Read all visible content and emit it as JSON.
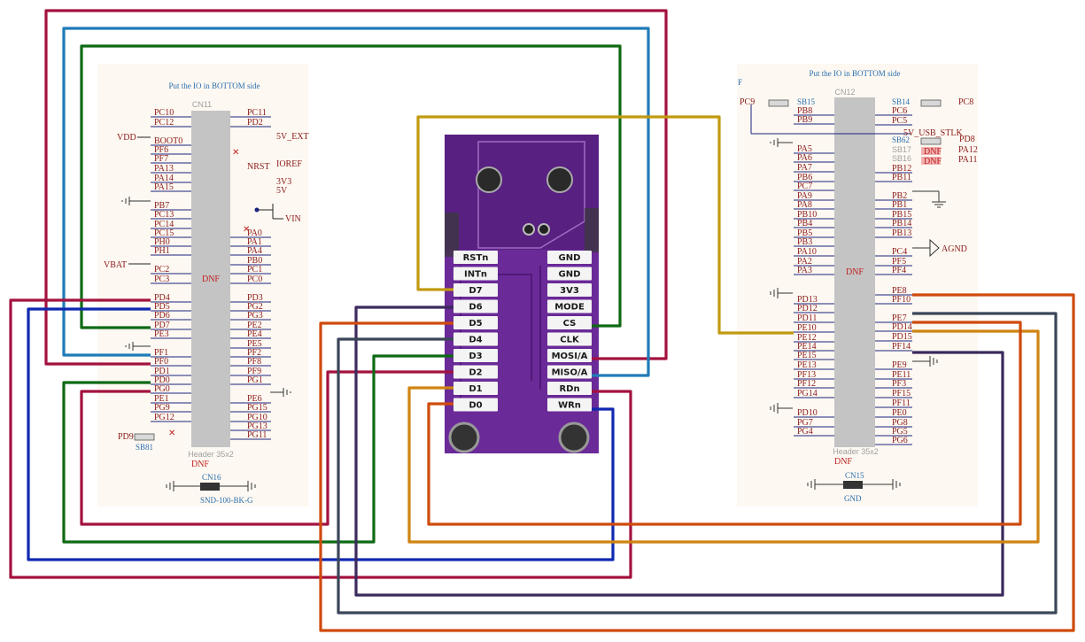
{
  "left_header": {
    "title": "Put the IO in BOTTOM side",
    "ref": "CN11",
    "body_label": "DNF",
    "footer": "Header 35x2",
    "dnf": "DNF",
    "left_pins": [
      "PC10",
      "PC12",
      "BOOT0",
      "PF6",
      "PF7",
      "PA13",
      "PA14",
      "PA15",
      "PB7",
      "PC13",
      "PC14",
      "PC15",
      "PH0",
      "PH1",
      "PC2",
      "PC3",
      "PD4",
      "PD5",
      "PD6",
      "PD7",
      "PE3",
      "PF1",
      "PF0",
      "PD1",
      "PD0",
      "PG0",
      "PE1",
      "PG9",
      "PG12"
    ],
    "right_pins": [
      "PC11",
      "PD2",
      "PA0",
      "PA1",
      "PA4",
      "PB0",
      "PC1",
      "PC0",
      "PD3",
      "PG2",
      "PG3",
      "PE2",
      "PE4",
      "PE5",
      "PF2",
      "PF8",
      "PF9",
      "PG1",
      "PE6",
      "PG15",
      "PG10",
      "PG13",
      "PG11"
    ],
    "nets": {
      "vdd": "VDD",
      "vbat": "VBAT",
      "v5ext": "5V_EXT",
      "ioref": "IOREF",
      "nrst": "NRST",
      "v3v3": "3V3",
      "v5": "5V",
      "vin": "VIN",
      "pd9": "PD9",
      "sb81": "SB81"
    },
    "cn16": {
      "ref": "CN16",
      "part": "SND-100-BK-G"
    }
  },
  "right_header": {
    "title": "Put the IO in BOTTOM side",
    "corner": "F",
    "ref": "CN12",
    "body_label": "DNF",
    "footer": "Header 35x2",
    "dnf": "DNF",
    "left_pins": [
      "PB8",
      "PB9",
      "PA5",
      "PA6",
      "PA7",
      "PB6",
      "PC7",
      "PA9",
      "PA8",
      "PB10",
      "PB4",
      "PB5",
      "PB3",
      "PA10",
      "PA2",
      "PA3",
      "PD13",
      "PD12",
      "PD11",
      "PE10",
      "PE12",
      "PE14",
      "PE15",
      "PE13",
      "PF13",
      "PF12",
      "PG14",
      "PD10",
      "PG7",
      "PG4"
    ],
    "right_pins": [
      "PC6",
      "PC5",
      "PB12",
      "PB11",
      "PB2",
      "PB1",
      "PB15",
      "PB14",
      "PB13",
      "PC4",
      "PF5",
      "PF4",
      "PE8",
      "PF10",
      "PE7",
      "PD14",
      "PD15",
      "PF14",
      "PE9",
      "PE11",
      "PF3",
      "PF15",
      "PF11",
      "PE0",
      "PG8",
      "PG5",
      "PG6"
    ],
    "nets": {
      "pc9": "PC9",
      "sb15": "SB15",
      "sb14": "SB14",
      "pc8": "PC8",
      "v5usb": "5V_USB_STLK",
      "sb62": "SB62",
      "pd8": "PD8",
      "sb17": "SB17",
      "sb16": "SB16",
      "pa12": "PA12",
      "pa11": "PA11",
      "dnf_a": "DNF",
      "dnf_b": "DNF",
      "agnd": "AGND"
    },
    "cn15": {
      "ref": "CN15",
      "part": "GND"
    }
  },
  "module": {
    "left_pins": [
      "RSTn",
      "INTn",
      "D7",
      "D6",
      "D5",
      "D4",
      "D3",
      "D2",
      "D1",
      "D0"
    ],
    "right_pins": [
      "GND",
      "GND",
      "3V3",
      "MODE",
      "CS",
      "CLK",
      "MOSI/A",
      "MISO/A",
      "RDn",
      "WRn"
    ]
  },
  "colors": {
    "crimson": "#a3123f",
    "blue": "#1f7bb8",
    "green": "#0f6a14",
    "gold": "#c29a10",
    "navy": "#1028b0",
    "purple": "#3b2a5c",
    "orange": "#cf4a0c",
    "slate": "#3a4658",
    "amber": "#cf8410",
    "board": "#6a2a98"
  }
}
